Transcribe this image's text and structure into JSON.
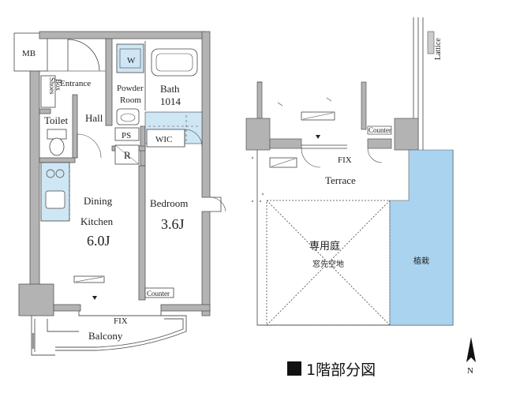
{
  "labels": {
    "mb": "MB",
    "entrance": "Entrance",
    "shoes_box_1": "Shoes",
    "shoes_box_2": "Box",
    "w": "W",
    "powder_room_1": "Powder",
    "powder_room_2": "Room",
    "bath_1": "Bath",
    "bath_2": "1014",
    "toilet": "Toilet",
    "hall": "Hall",
    "ps": "PS",
    "r": "R",
    "wic": "WIC",
    "dining_1": "Dining",
    "dining_2": "Kitchen",
    "dining_size": "6.0J",
    "bedroom": "Bedroom",
    "bedroom_size": "3.6J",
    "counter_unit": "Counter",
    "fix_balcony": "FIX",
    "balcony": "Balcony",
    "lattice": "Lattice",
    "counter_terrace": "Counter",
    "fix_terrace": "FIX",
    "terrace": "Terrace",
    "private_garden": "専用庭",
    "window_space": "窓先空地",
    "planting": "植栽",
    "north": "N"
  },
  "caption": "1階部分図",
  "colors": {
    "wall": "#b3b3b3",
    "wall_edge": "#555555",
    "fixture_blue": "#cfe6f4",
    "planting_blue": "#a9d3ee",
    "line": "#333333"
  }
}
